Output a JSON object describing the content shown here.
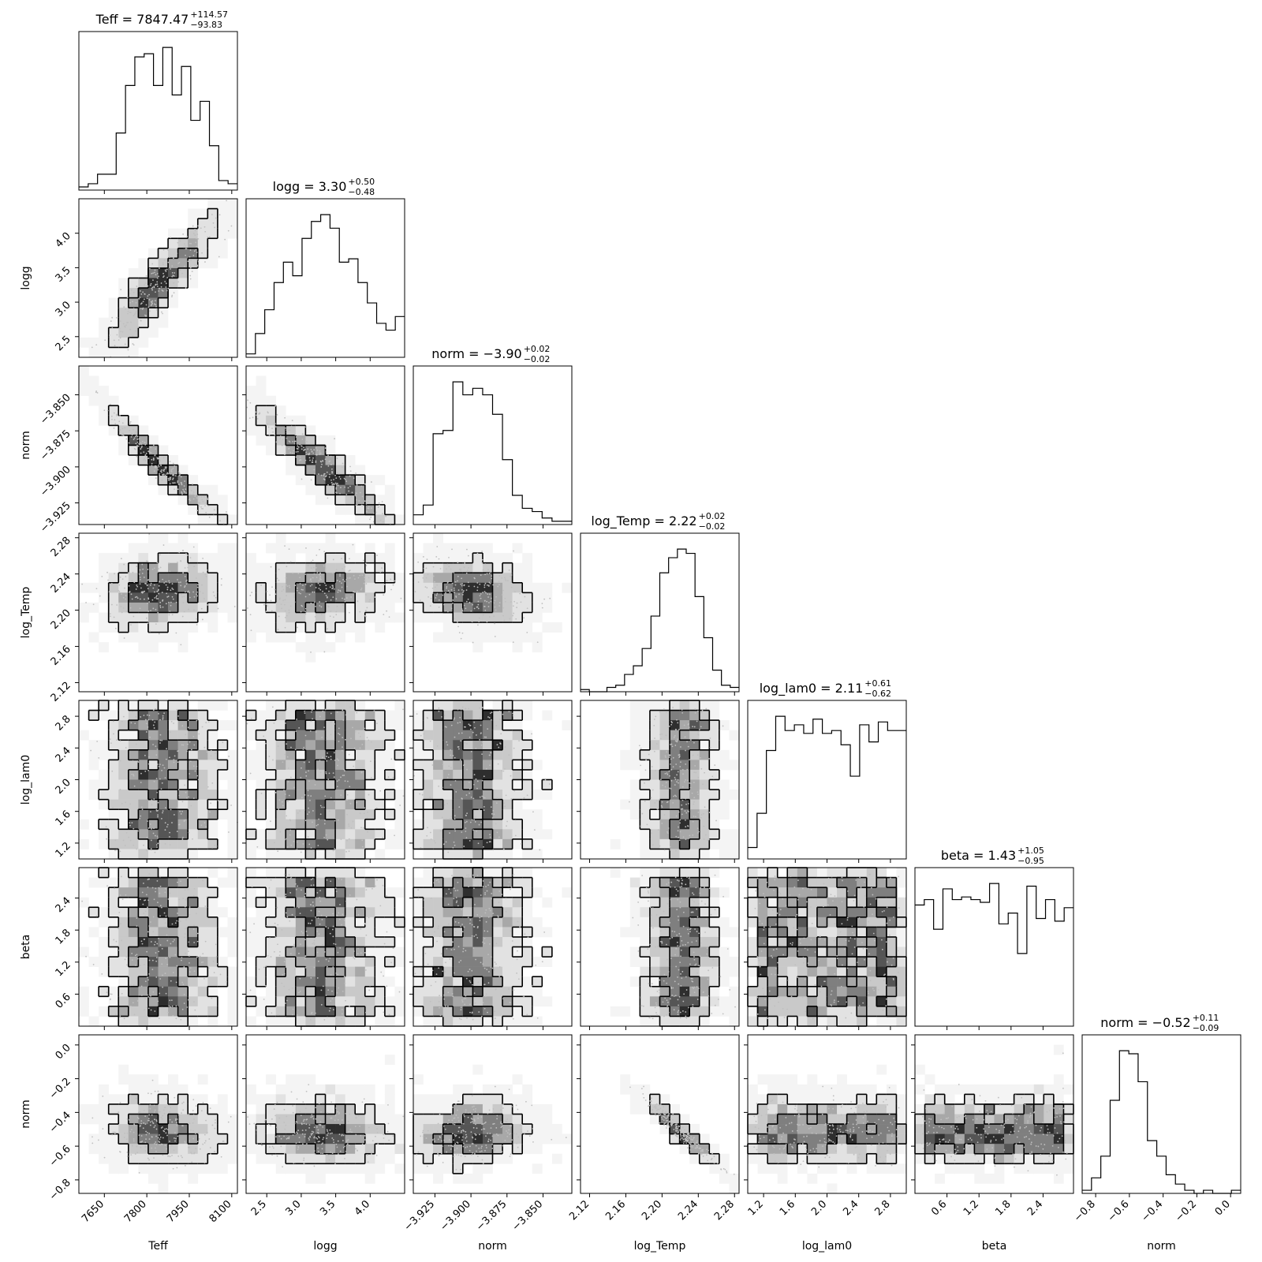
{
  "colors": {
    "line": "#000000",
    "cell_ramp": [
      "#f4f4f4",
      "#e2e2e2",
      "#c9c9c9",
      "#a8a8a8",
      "#7f7f7f",
      "#555555",
      "#2e2e2e"
    ],
    "scatter": "#bfbfbf"
  },
  "chart_data": {
    "type": "corner",
    "parameters": [
      {
        "label": "Teff",
        "title": "Teff = 7847.47",
        "err_plus": "+114.57",
        "err_minus": "−93.83",
        "range": [
          7560,
          8120
        ],
        "ticks": [
          7650,
          7800,
          7950,
          8100
        ],
        "tick_labels": [
          "7650",
          "7800",
          "7950",
          "8100"
        ],
        "median": 7847.47,
        "sigma_plus": 114.57,
        "sigma_minus": 93.83,
        "hist": [
          1,
          2,
          5,
          5,
          18,
          33,
          42,
          43,
          33,
          45,
          30,
          39,
          22,
          28,
          14,
          3,
          2
        ]
      },
      {
        "label": "logg",
        "title": "logg = 3.30",
        "err_plus": "+0.50",
        "err_minus": "−0.48",
        "range": [
          2.2,
          4.5
        ],
        "ticks": [
          2.5,
          3.0,
          3.5,
          4.0
        ],
        "tick_labels": [
          "2.5",
          "3.0",
          "3.5",
          "4.0"
        ],
        "median": 3.3,
        "sigma_plus": 0.5,
        "sigma_minus": 0.48,
        "hist": [
          1,
          7,
          14,
          22,
          28,
          24,
          35,
          40,
          42,
          38,
          28,
          29,
          22,
          16,
          10,
          8,
          12
        ]
      },
      {
        "label": "norm",
        "title": "norm = −3.90",
        "err_plus": "+0.02",
        "err_minus": "−0.02",
        "range": [
          -3.94,
          -3.83
        ],
        "ticks": [
          -3.925,
          -3.9,
          -3.875,
          -3.85
        ],
        "tick_labels": [
          "−3.925",
          "−3.900",
          "−3.875",
          "−3.850"
        ],
        "median": -3.9,
        "sigma_plus": 0.02,
        "sigma_minus": 0.02,
        "hist": [
          3,
          6,
          28,
          29,
          44,
          40,
          42,
          40,
          34,
          20,
          9,
          5,
          4,
          2,
          1,
          1
        ]
      },
      {
        "label": "log_Temp",
        "title": "log_Temp = 2.22",
        "err_plus": "+0.02",
        "err_minus": "−0.02",
        "range": [
          2.11,
          2.285
        ],
        "ticks": [
          2.12,
          2.16,
          2.2,
          2.24,
          2.28
        ],
        "tick_labels": [
          "2.12",
          "2.16",
          "2.20",
          "2.24",
          "2.28"
        ],
        "median": 2.22,
        "sigma_plus": 0.02,
        "sigma_minus": 0.02,
        "hist": [
          1,
          0,
          0,
          2,
          3,
          8,
          12,
          20,
          35,
          55,
          62,
          66,
          64,
          44,
          25,
          10,
          3,
          2
        ]
      },
      {
        "label": "log_lam0",
        "title": "log_lam0 = 2.11",
        "err_plus": "+0.61",
        "err_minus": "−0.62",
        "range": [
          1.0,
          3.0
        ],
        "ticks": [
          1.2,
          1.6,
          2.0,
          2.4,
          2.8
        ],
        "tick_labels": [
          "1.2",
          "1.6",
          "2.0",
          "2.4",
          "2.8"
        ],
        "median": 2.11,
        "sigma_plus": 0.61,
        "sigma_minus": 0.62,
        "hist": [
          4,
          16,
          38,
          50,
          45,
          47,
          44,
          49,
          44,
          45,
          40,
          29,
          47,
          41,
          48,
          45,
          45
        ]
      },
      {
        "label": "beta",
        "title": "beta = 1.43",
        "err_plus": "+1.05",
        "err_minus": "−0.95",
        "range": [
          0.0,
          2.97
        ],
        "ticks": [
          0.6,
          1.2,
          1.8,
          2.4
        ],
        "tick_labels": [
          "0.6",
          "1.2",
          "1.8",
          "2.4"
        ],
        "median": 1.43,
        "sigma_plus": 1.05,
        "sigma_minus": 0.95,
        "hist": [
          45,
          47,
          36,
          51,
          47,
          48,
          47,
          46,
          53,
          38,
          42,
          27,
          52,
          40,
          47,
          39,
          44
        ]
      },
      {
        "label": "norm",
        "title": "norm = −0.52",
        "err_plus": "+0.11",
        "err_minus": "−0.09",
        "range": [
          -0.88,
          0.06
        ],
        "ticks": [
          -0.8,
          -0.6,
          -0.4,
          -0.2,
          0.0
        ],
        "tick_labels": [
          "−0.8",
          "−0.6",
          "−0.4",
          "−0.2",
          "0.0"
        ],
        "median": -0.52,
        "sigma_plus": 0.11,
        "sigma_minus": 0.09,
        "hist": [
          1,
          5,
          12,
          30,
          46,
          45,
          36,
          17,
          12,
          6,
          3,
          1,
          0,
          1,
          0,
          0,
          1
        ]
      }
    ],
    "correlations": [
      [
        1,
        0.92,
        -0.98,
        0.15,
        0,
        0,
        -0.15
      ],
      [
        0.92,
        1,
        -0.93,
        0.2,
        0,
        0,
        -0.1
      ],
      [
        -0.98,
        -0.93,
        1,
        -0.25,
        0,
        0,
        0.2
      ],
      [
        0.15,
        0.2,
        -0.25,
        1,
        0,
        0,
        -0.97
      ],
      [
        0,
        0,
        0,
        0,
        1,
        0,
        0
      ],
      [
        0,
        0,
        0,
        0,
        0,
        1,
        0
      ],
      [
        -0.15,
        -0.1,
        0.2,
        -0.97,
        0,
        0,
        1
      ]
    ],
    "shapes": [
      "gauss",
      "gauss",
      "gauss",
      "gauss",
      "uniform",
      "uniform",
      "gauss"
    ]
  }
}
